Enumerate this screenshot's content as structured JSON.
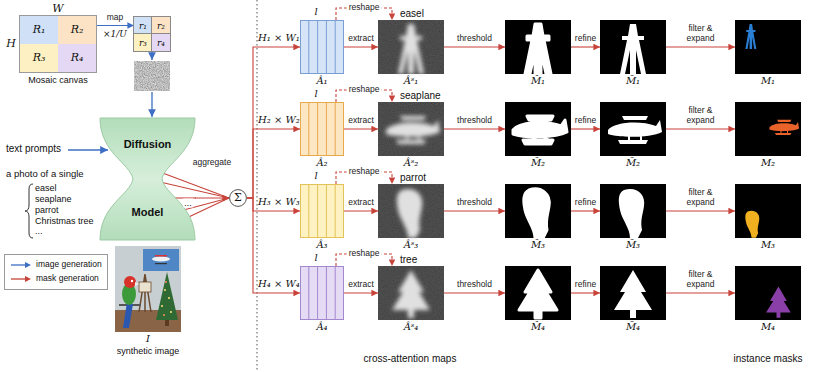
{
  "diagram": {
    "nodes": [
      {
        "text": [
          "Mosaic canvas"
        ]
      },
      {
        "text": [
          "R₁"
        ],
        "in": 0
      },
      {
        "text": [
          "R₂"
        ],
        "in": 0
      },
      {
        "text": [
          "R₃"
        ],
        "in": 0
      },
      {
        "text": [
          "R₄"
        ],
        "in": 0
      },
      {
        "text": [
          "r₁"
        ]
      },
      {
        "text": [
          "r₂"
        ]
      },
      {
        "text": [
          "r₃"
        ]
      },
      {
        "text": [
          "r₄"
        ]
      },
      {
        "text": [
          "Diffusion",
          "Model"
        ]
      },
      {
        "text": [
          "Σ"
        ]
      },
      {
        "text": [
          "I",
          "synthetic image"
        ]
      },
      {
        "text": [
          "Â₁"
        ]
      },
      {
        "text": [
          "easel",
          "Âˢ₁"
        ]
      },
      {
        "text": [
          "M̂₁"
        ]
      },
      {
        "text": [
          "M̃₁"
        ]
      },
      {
        "text": [
          "M₁"
        ]
      },
      {
        "text": [
          "Â₂"
        ]
      },
      {
        "text": [
          "seaplane",
          "Âˢ₂"
        ]
      },
      {
        "text": [
          "M̂₂"
        ]
      },
      {
        "text": [
          "M̃₂"
        ]
      },
      {
        "text": [
          "M₂"
        ]
      },
      {
        "text": [
          "Â₃"
        ]
      },
      {
        "text": [
          "parrot",
          "Âˢ₃"
        ]
      },
      {
        "text": [
          "M̂₃"
        ]
      },
      {
        "text": [
          "M̃₃"
        ]
      },
      {
        "text": [
          "M₃"
        ]
      },
      {
        "text": [
          "Â₄"
        ]
      },
      {
        "text": [
          "tree",
          "Âˢ₄"
        ]
      },
      {
        "text": [
          "M̂₄"
        ]
      },
      {
        "text": [
          "M̃₄"
        ]
      },
      {
        "text": [
          "M₄"
        ]
      }
    ],
    "edges": [
      {
        "from": 0,
        "to": 5,
        "label": "map",
        "arrow": "to"
      },
      {
        "from": 9,
        "to": 10,
        "label": "aggregate",
        "arrow": "to"
      },
      {
        "from": 10,
        "to": 12,
        "arrow": "to"
      },
      {
        "from": 10,
        "to": 17,
        "arrow": "to"
      },
      {
        "from": 10,
        "to": 22,
        "arrow": "to"
      },
      {
        "from": 10,
        "to": 27,
        "arrow": "to"
      },
      {
        "from": 12,
        "to": 13,
        "label": "extract",
        "arrow": "to"
      },
      {
        "from": 12,
        "to": 13,
        "label": "reshape",
        "arrow": "to"
      },
      {
        "from": 13,
        "to": 14,
        "label": "threshold",
        "arrow": "to"
      },
      {
        "from": 14,
        "to": 15,
        "label": "refine",
        "arrow": "to"
      },
      {
        "from": 15,
        "to": 16,
        "label": "filter & expand",
        "arrow": "to"
      },
      {
        "from": 17,
        "to": 18,
        "label": "extract",
        "arrow": "to"
      },
      {
        "from": 17,
        "to": 18,
        "label": "reshape",
        "arrow": "to"
      },
      {
        "from": 18,
        "to": 19,
        "label": "threshold",
        "arrow": "to"
      },
      {
        "from": 19,
        "to": 20,
        "label": "refine",
        "arrow": "to"
      },
      {
        "from": 20,
        "to": 21,
        "label": "filter & expand",
        "arrow": "to"
      },
      {
        "from": 22,
        "to": 23,
        "label": "extract",
        "arrow": "to"
      },
      {
        "from": 22,
        "to": 23,
        "label": "reshape",
        "arrow": "to"
      },
      {
        "from": 23,
        "to": 24,
        "label": "threshold",
        "arrow": "to"
      },
      {
        "from": 24,
        "to": 25,
        "label": "refine",
        "arrow": "to"
      },
      {
        "from": 25,
        "to": 26,
        "label": "filter & expand",
        "arrow": "to"
      },
      {
        "from": 27,
        "to": 28,
        "label": "extract",
        "arrow": "to"
      },
      {
        "from": 27,
        "to": 28,
        "label": "reshape",
        "arrow": "to"
      },
      {
        "from": 28,
        "to": 29,
        "label": "threshold",
        "arrow": "to"
      },
      {
        "from": 29,
        "to": 30,
        "label": "refine",
        "arrow": "to"
      },
      {
        "from": 30,
        "to": 31,
        "label": "filter & expand",
        "arrow": "to"
      }
    ],
    "labels": [
      "W",
      "H",
      "×1/U",
      "text prompts",
      "a photo of a single",
      "easel",
      "seaplane",
      "parrot",
      "Christmas tree",
      "...",
      "...",
      "H₁ × W₁",
      "l",
      "H₂ × W₂",
      "l",
      "H₃ × W₃",
      "l",
      "H₄ × W₄",
      "l",
      "cross-attention maps",
      "instance masks"
    ],
    "legend": [
      {
        "text": "image generation"
      },
      {
        "text": "mask generation"
      }
    ]
  }
}
